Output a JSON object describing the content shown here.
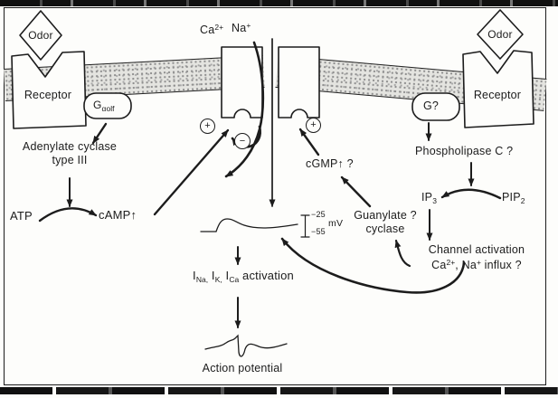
{
  "colors": {
    "ink": "#1c1c1c",
    "membrane_fill": "#e4e4e0",
    "membrane_dot": "#8e8e8e",
    "background": "#fdfdfb"
  },
  "left_pathway": {
    "odor": "Odor",
    "receptor": "Receptor",
    "g_base": "G",
    "g_sub": "αolf",
    "enzyme_line1": "Adenylate cyclase",
    "enzyme_line2": "type III",
    "substrate": "ATP",
    "product": "cAMP↑"
  },
  "ion_channels": {
    "ca_base": "Ca",
    "ca_sup": "2+",
    "na_base": "Na",
    "na_sup": "+",
    "plus_left": "+",
    "minus": "−",
    "plus_right": "+"
  },
  "cgmp_pathway": {
    "cgmp": "cGMP↑ ?",
    "gc_line1": "Guanylate ?",
    "gc_line2": "cyclase"
  },
  "right_pathway": {
    "odor": "Odor",
    "receptor": "Receptor",
    "g_label": "G?",
    "plc": "Phospholipase C ?",
    "ip3_base": "IP",
    "ip3_sub": "3",
    "pip2_base": "PIP",
    "pip2_sub": "2",
    "channel_activation": "Channel activation",
    "influx_ca_base": "Ca",
    "influx_ca_sup": "2+",
    "influx_mid": ", Na",
    "influx_na_sup": "+",
    "influx_rest": " influx ?"
  },
  "output": {
    "mv_top": "−25",
    "mv_bottom": "−55",
    "mv_unit": "mV",
    "cur_i1": "I",
    "cur_s1": "Na,",
    "cur_i2": "I",
    "cur_s2": "K,",
    "cur_i3": "I",
    "cur_s3": "Ca",
    "cur_rest": " activation",
    "action_potential": "Action potential"
  }
}
